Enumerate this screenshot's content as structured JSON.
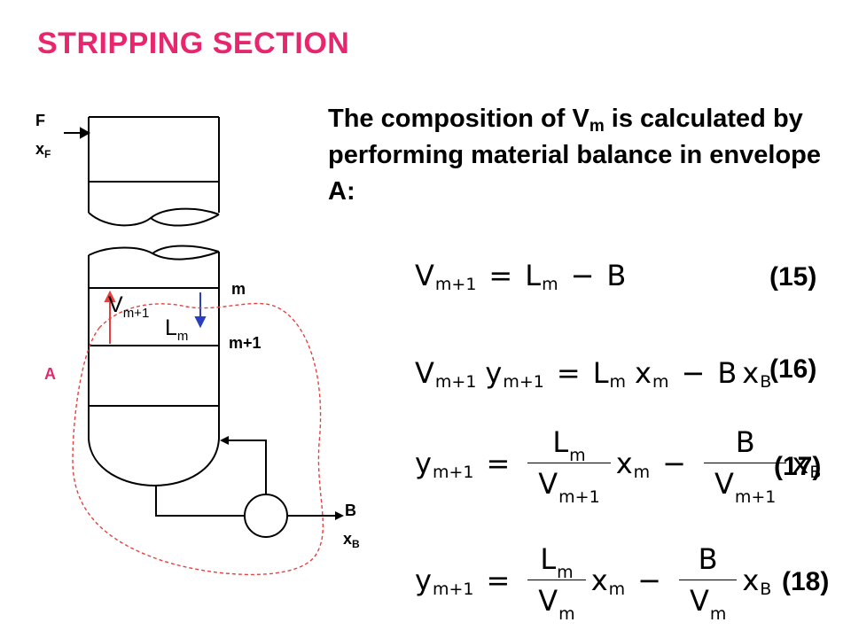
{
  "title": "STRIPPING SECTION",
  "intro": {
    "text_before": "The composition of V",
    "sub": "m",
    "text_after": " is calculated by performing material balance in envelope A:"
  },
  "diagram": {
    "feed_label": "F",
    "feed_comp_base": "x",
    "feed_comp_sub": "F",
    "tray_top_label": "m",
    "tray_bottom_label": "m+1",
    "envelope_label": "A",
    "vapor_base": "V",
    "vapor_sub": "m+1",
    "liquid_base": "L",
    "liquid_sub": "m",
    "bottoms_label": "B",
    "bottoms_comp_base": "x",
    "bottoms_comp_sub": "B",
    "colors": {
      "envelope": "#e8403f",
      "vapor_arrow": "#e8403f",
      "liquid_arrow": "#2a3fbf",
      "title": "#e8266e"
    }
  },
  "equations": {
    "eq15_number": "(15)",
    "eq16_number": "(16)",
    "eq17_number": "(17)",
    "eq18_number": "(18)",
    "V": "V",
    "L": "L",
    "B": "B",
    "x": "x",
    "y": "y",
    "sub_m": "m",
    "sub_m1": "m+1",
    "sub_B": "B",
    "equals": "=",
    "minus": "−"
  }
}
